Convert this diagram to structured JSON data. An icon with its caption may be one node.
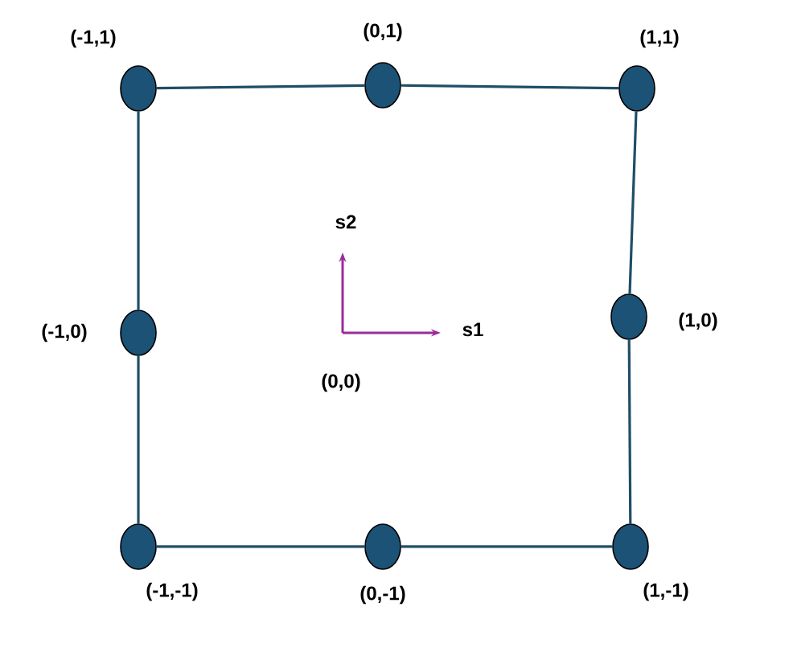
{
  "diagram": {
    "nodes": [
      {
        "text": [],
        "shape": "circle",
        "beside": [
          "(-1,1)"
        ]
      },
      {
        "text": [],
        "shape": "circle",
        "beside": [
          "(0,1)"
        ]
      },
      {
        "text": [],
        "shape": "circle",
        "beside": [
          "(1,1)"
        ]
      },
      {
        "text": [],
        "shape": "circle",
        "beside": [
          "(-1,0)"
        ]
      },
      {
        "text": [],
        "shape": "circle",
        "beside": [
          "(1,0)"
        ]
      },
      {
        "text": [],
        "shape": "circle",
        "beside": [
          "(-1,-1)"
        ]
      },
      {
        "text": [],
        "shape": "circle",
        "beside": [
          "(0,-1)"
        ]
      },
      {
        "text": [],
        "shape": "circle",
        "beside": [
          "(1,-1)"
        ]
      }
    ],
    "edges": [
      {
        "from": 0,
        "to": 1,
        "arrow": "none"
      },
      {
        "from": 1,
        "to": 2,
        "arrow": "none"
      },
      {
        "from": 2,
        "to": 4,
        "arrow": "none"
      },
      {
        "from": 4,
        "to": 7,
        "arrow": "none"
      },
      {
        "from": 7,
        "to": 6,
        "arrow": "none"
      },
      {
        "from": 6,
        "to": 5,
        "arrow": "none"
      },
      {
        "from": 5,
        "to": 3,
        "arrow": "none"
      },
      {
        "from": 3,
        "to": 0,
        "arrow": "none"
      }
    ],
    "labels": [
      "s2",
      "s1",
      "(0,0)"
    ]
  }
}
